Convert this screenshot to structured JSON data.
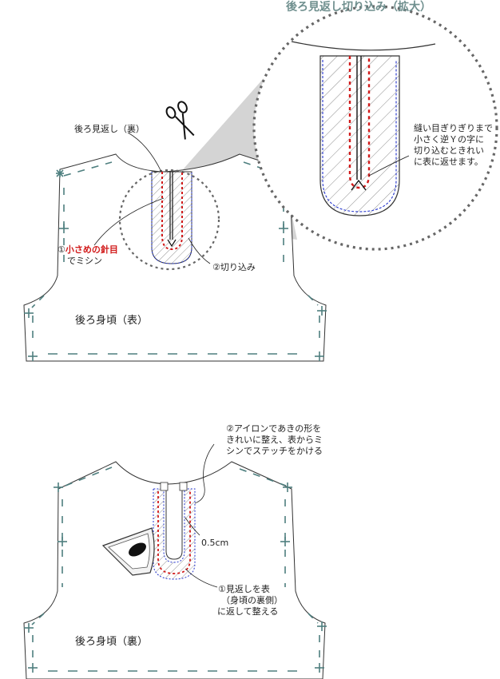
{
  "top_panel": {
    "title": "後ろ見返し切り込み（拡大）",
    "facing_label": "後ろ見返し（裏）",
    "note_lines": [
      "縫い目ぎりぎりまで",
      "小さく逆Ｙの字に",
      "切り込むときれい",
      "に表に返せます。"
    ],
    "step1_prefix": "①",
    "step1_emphasis": "小さめの針目",
    "step1_suffix": "でミシン",
    "step2": "②切り込み",
    "body_label": "後ろ身頃（表）"
  },
  "bottom_panel": {
    "note_lines": [
      "②アイロンであきの形を",
      "きれいに整え、表からミ",
      "シンでステッチをかける"
    ],
    "measure": "0.5cm",
    "step1_lines": [
      "①見返しを表",
      "（身頃の裏側）",
      "に返して整える"
    ],
    "body_label": "後ろ身頃（裏）"
  },
  "colors": {
    "title_teal": "#6f8f8e",
    "grain_dash": "#4e7f7f",
    "stitch_red": "#d11a1a",
    "zigzag_blue": "#2233cc",
    "hatch_gray": "#888888",
    "shadow_gray": "#d4d4d4"
  },
  "icons": [
    "scissors-icon",
    "iron-icon"
  ]
}
